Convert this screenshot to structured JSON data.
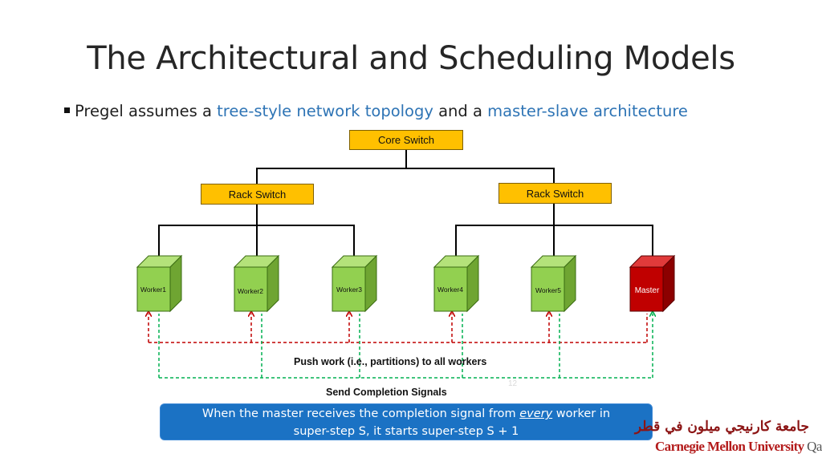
{
  "slide": {
    "title": "The Architectural and Scheduling Models",
    "bullet": {
      "prefix": "Pregel assumes a ",
      "accent1": "tree-style network topology",
      "middle": " and a ",
      "accent2": "master-slave architecture"
    }
  },
  "diagram": {
    "core_switch": "Core Switch",
    "rack_switches": [
      "Rack Switch",
      "Rack Switch"
    ],
    "nodes": [
      {
        "label": "Worker1",
        "role": "worker"
      },
      {
        "label": "Worker2",
        "role": "worker"
      },
      {
        "label": "Worker3",
        "role": "worker"
      },
      {
        "label": "Worker4",
        "role": "worker"
      },
      {
        "label": "Worker5",
        "role": "worker"
      },
      {
        "label": "Master",
        "role": "master"
      }
    ],
    "push_caption": "Push work (i.e., partitions) to all workers",
    "signal_caption": "Send Completion Signals",
    "colors": {
      "switch_fill": "#ffc000",
      "worker_fill": "#92d050",
      "master_fill": "#c00000",
      "push_arrow": "#c00000",
      "signal_arrow": "#00b050",
      "callout_fill": "#1b72c4"
    }
  },
  "callout": {
    "line1_before": "When the master receives the completion signal from ",
    "line1_em": "every",
    "line1_after": " worker in",
    "line2": "super-step S, it starts super-step S + 1"
  },
  "page_number": "12",
  "logo": {
    "arabic": "جامعة كارنيجي ميلون في قطر",
    "name": "Carnegie Mellon University",
    "suffix": " Qatar"
  }
}
